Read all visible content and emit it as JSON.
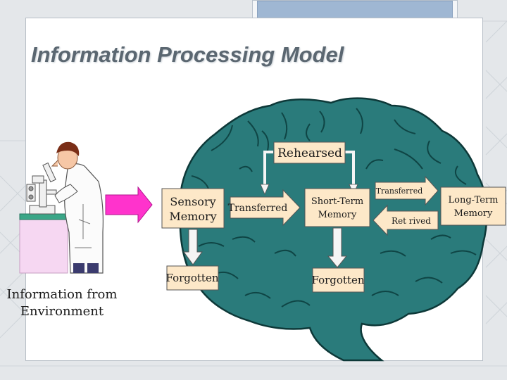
{
  "slide": {
    "title": "Information Processing Model"
  },
  "diagram": {
    "source_label_line1": "Information from",
    "source_label_line2": "Environment",
    "rehearsed": "Rehearsed",
    "sensory_line1": "Sensory",
    "sensory_line2": "Memory",
    "transferred_1": "Transferred",
    "short_term_line1": "Short-Term",
    "short_term_line2": "Memory",
    "transferred_2": "Transferred",
    "retrived": "Ret rived",
    "long_term_line1": "Long-Term",
    "long_term_line2": "Memory",
    "forgotten_1": "Forgotten",
    "forgotten_2": "Forgotten"
  },
  "colors": {
    "brain": "#2a7b7b",
    "brain_outline": "#0d3838",
    "box_fill": "#fde8c8",
    "arrow_magenta": "#ff33cc",
    "background": "#e4e7ea"
  }
}
